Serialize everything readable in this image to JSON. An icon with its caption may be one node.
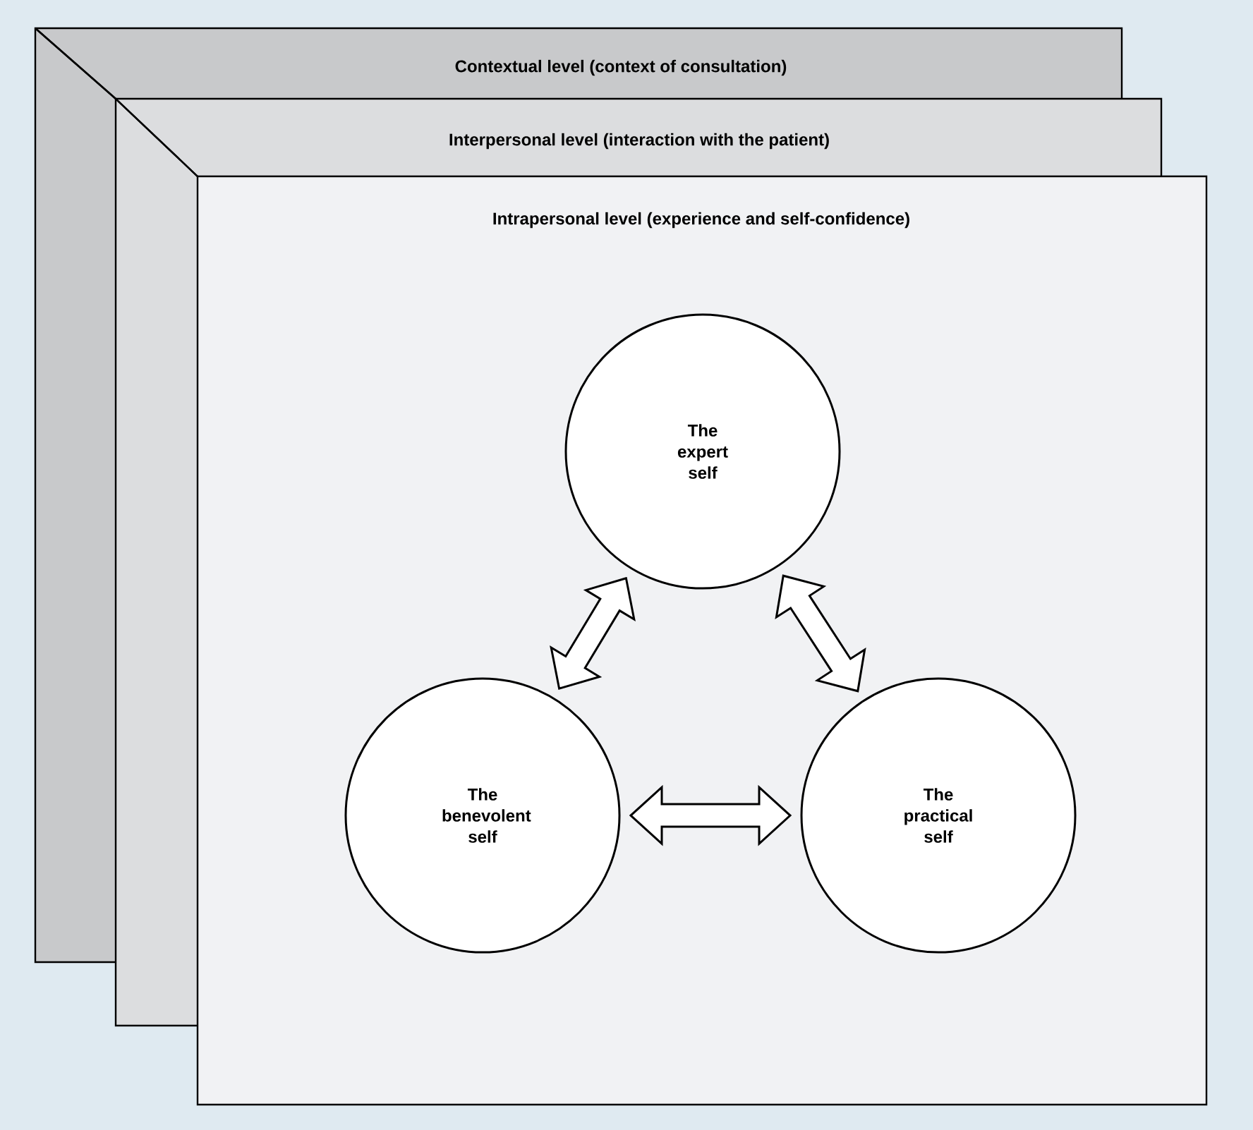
{
  "diagram": {
    "nodes": [
      {
        "text": [
          "Contextual level (context of consultation)"
        ]
      },
      {
        "text": [
          "Interpersonal level (interaction with the patient)"
        ]
      },
      {
        "text": [
          "Intrapersonal level (experience and self-confidence)"
        ]
      },
      {
        "text": [
          "The expert self"
        ]
      },
      {
        "text": [
          "The benevolent self"
        ]
      },
      {
        "text": [
          "The practical self"
        ]
      }
    ],
    "edges": [
      {
        "from": 3,
        "to": 4,
        "arrow": "both"
      },
      {
        "from": 3,
        "to": 5,
        "arrow": "both"
      },
      {
        "from": 4,
        "to": 5,
        "arrow": "both"
      }
    ]
  }
}
